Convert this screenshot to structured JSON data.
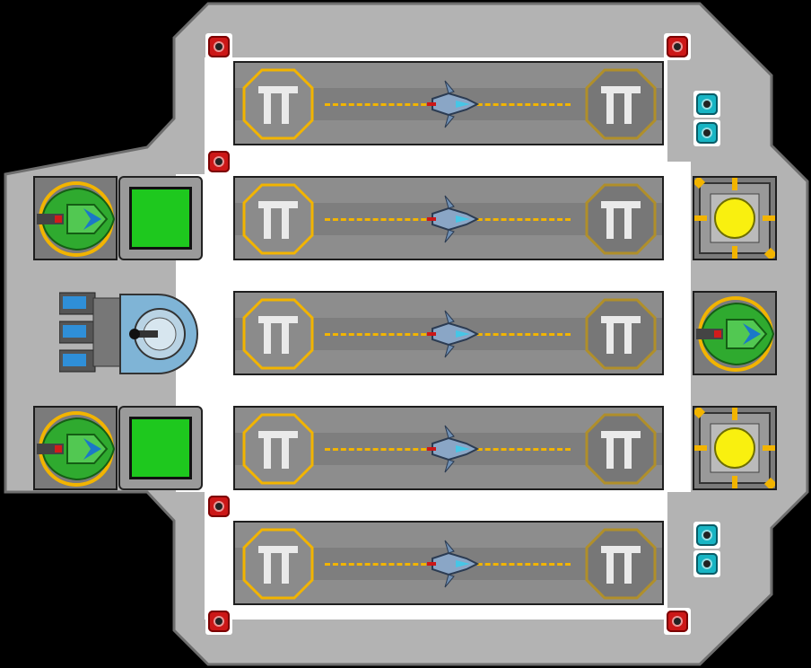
{
  "scene": {
    "title": "",
    "hull_color": "#b3b3b3",
    "floor_color": "#ffffff",
    "bay_color": "#8d8d8d",
    "dash_color": "#f2b400"
  },
  "bays": [
    {
      "name": "hangar-bay-1",
      "pad_left_glyph": "TT",
      "pad_right_glyph": "TT",
      "ship_icon": "fighter-ship-icon"
    },
    {
      "name": "hangar-bay-2",
      "pad_left_glyph": "TT",
      "pad_right_glyph": "TT",
      "ship_icon": "fighter-ship-icon"
    },
    {
      "name": "hangar-bay-3",
      "pad_left_glyph": "TT",
      "pad_right_glyph": "TT",
      "ship_icon": "fighter-ship-icon"
    },
    {
      "name": "hangar-bay-4",
      "pad_left_glyph": "TT",
      "pad_right_glyph": "TT",
      "ship_icon": "fighter-ship-icon"
    },
    {
      "name": "hangar-bay-5",
      "pad_left_glyph": "TT",
      "pad_right_glyph": "TT",
      "ship_icon": "fighter-ship-icon"
    }
  ],
  "lights": {
    "red_count": 6,
    "cyan_count": 4
  },
  "modules": {
    "turrets": [
      "green-turret-icon",
      "green-turret-icon",
      "green-turret-icon"
    ],
    "generators": [
      "yellow-generator-icon",
      "yellow-generator-icon"
    ],
    "power_panels": [
      "green-power-panel",
      "green-power-panel"
    ],
    "engine": "blue-engine-icon"
  }
}
